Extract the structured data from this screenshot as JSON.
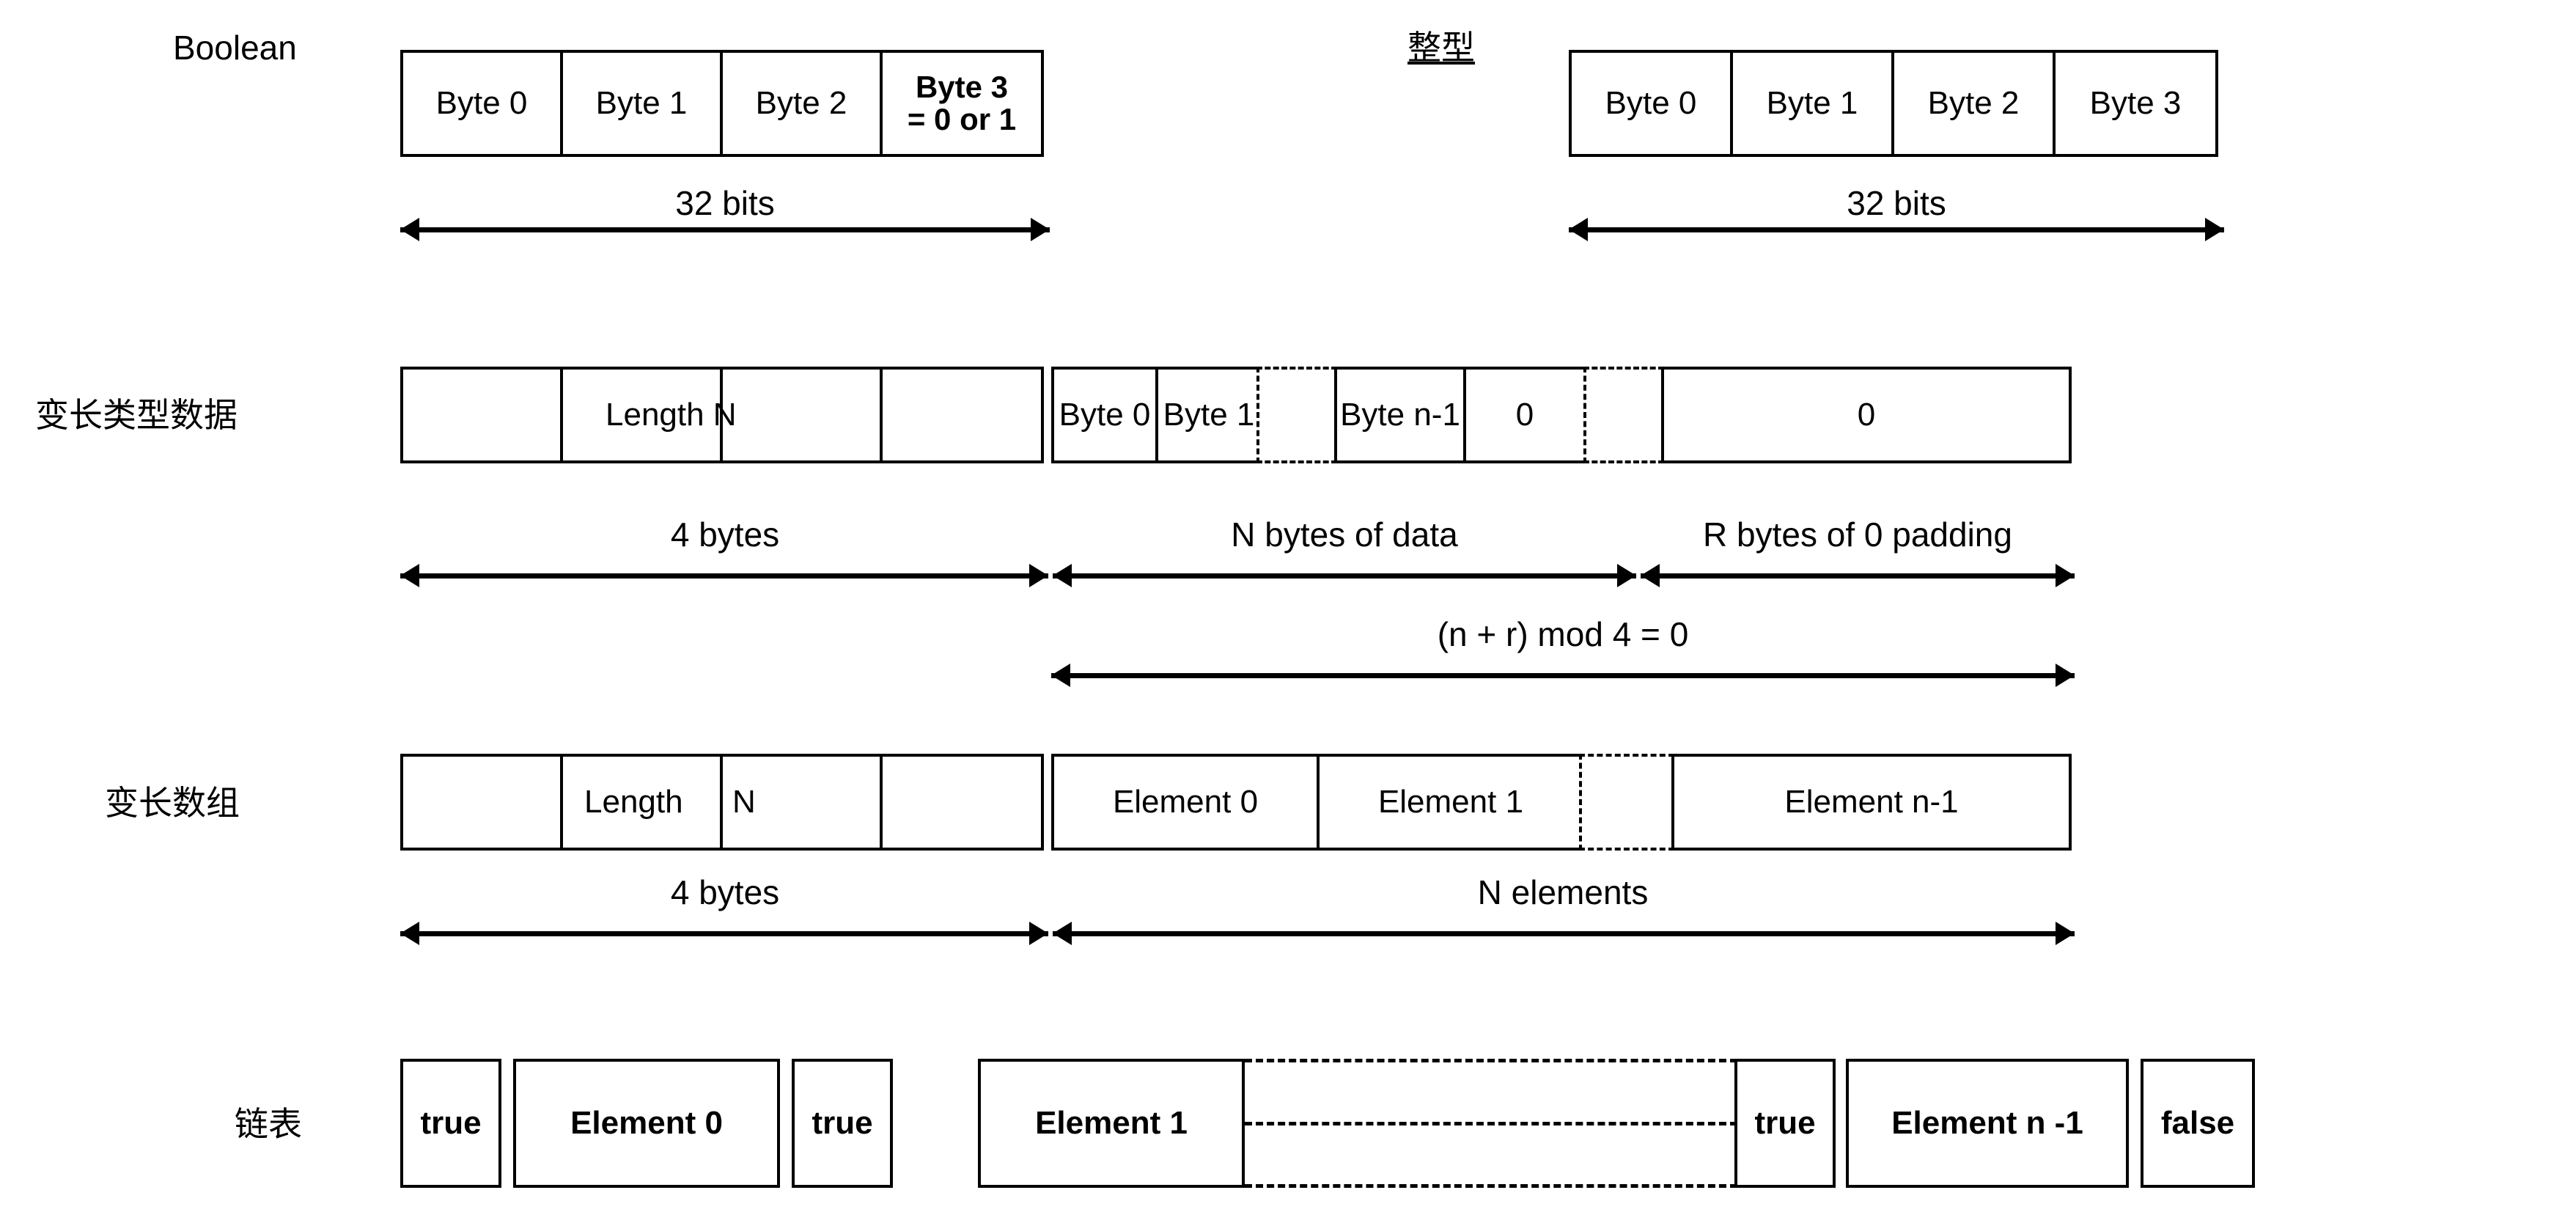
{
  "diagram": {
    "title": "XDR data type memory layout diagram",
    "background": "#ffffff",
    "ink": "#000000"
  },
  "rows": {
    "boolean": {
      "label": "Boolean",
      "cells": [
        "Byte 0",
        "Byte 1",
        "Byte 2"
      ],
      "special_cell": {
        "line1": "Byte 3",
        "line2": "= 0 or 1"
      },
      "dim_label": "32 bits"
    },
    "integer": {
      "label": "整型",
      "cells": [
        "Byte 0",
        "Byte 1",
        "Byte 2",
        "Byte 3"
      ],
      "dim_label": "32 bits"
    },
    "varlen_data": {
      "label": "变长类型数据",
      "length_text": "Length N",
      "data_cells": [
        "Byte 0",
        "Byte 1"
      ],
      "data_tail_cell": "Byte n-1",
      "pad_cells": [
        "0",
        "0"
      ],
      "dim_labels": {
        "length": "4 bytes",
        "data": "N bytes of data",
        "padding": "R bytes of 0 padding",
        "mod": "(n + r) mod 4 = 0"
      }
    },
    "varlen_array": {
      "label": "变长数组",
      "length_text_a": "Length",
      "length_text_b": "N",
      "elements": [
        "Element 0",
        "Element 1"
      ],
      "tail_element": "Element n-1",
      "dim_labels": {
        "length": "4 bytes",
        "elements": "N elements"
      }
    },
    "linked_list": {
      "label": "链表",
      "nodes": [
        {
          "flag": "true",
          "element": "Element 0"
        },
        {
          "flag": "true",
          "element": "Element 1"
        },
        {
          "flag": "true",
          "element": "Element n -1"
        }
      ],
      "terminator": "false"
    }
  }
}
